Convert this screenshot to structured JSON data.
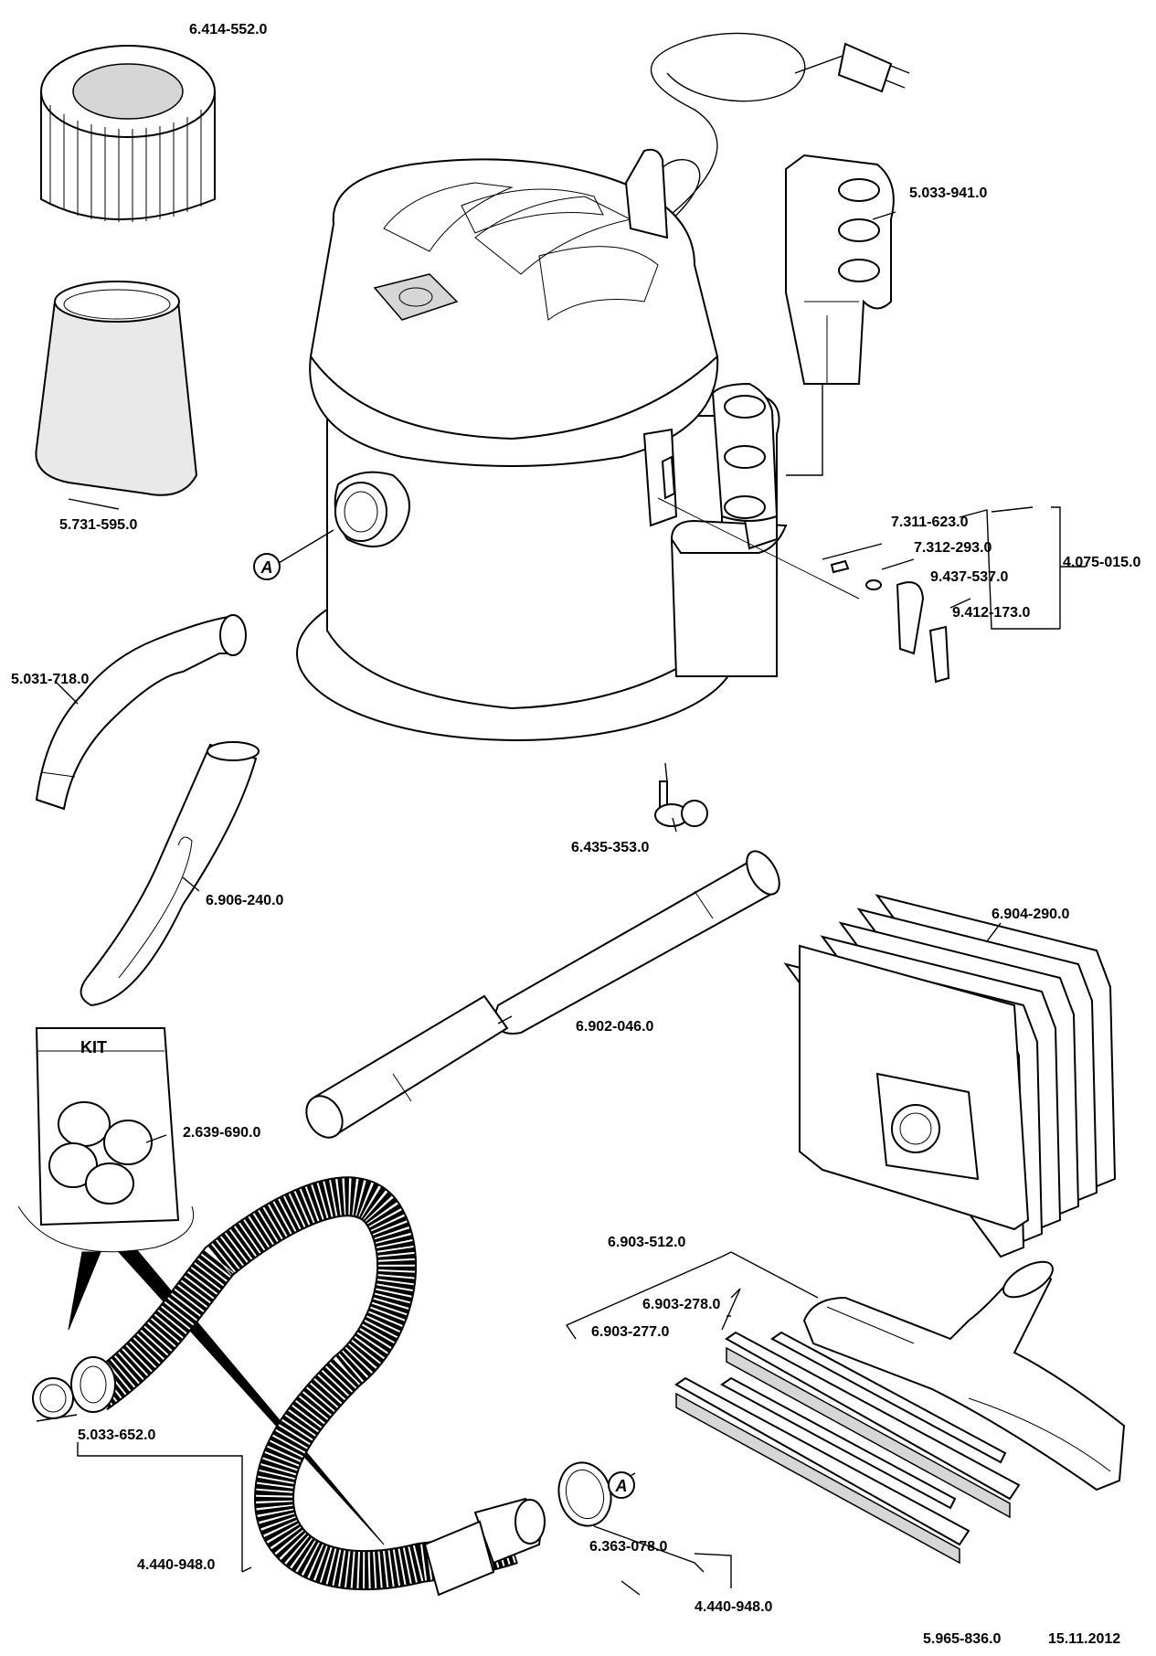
{
  "labels": {
    "p1": "6.414-552.0",
    "p2": "5.731-595.0",
    "p3": "5.033-941.0",
    "p4": "7.311-623.0",
    "p5": "7.312-293.0",
    "p6": "4.075-015.0",
    "p7": "9.437-537.0",
    "p8": "9.412-173.0",
    "p9": "5.031-718.0",
    "p10": "6.435-353.0",
    "p11": "6.906-240.0",
    "p12": "6.904-290.0",
    "p13": "6.902-046.0",
    "p14": "2.639-690.0",
    "p15": "6.903-512.0",
    "p16": "6.903-278.0",
    "p17": "6.903-277.0",
    "p18": "5.033-652.0",
    "p19": "4.440-948.0",
    "p20": "6.363-078.0",
    "p21": "4.440-948.0"
  },
  "kit_label": "KIT",
  "marker_a": "A",
  "footer": {
    "doc_number": "5.965-836.0",
    "date": "15.11.2012"
  }
}
